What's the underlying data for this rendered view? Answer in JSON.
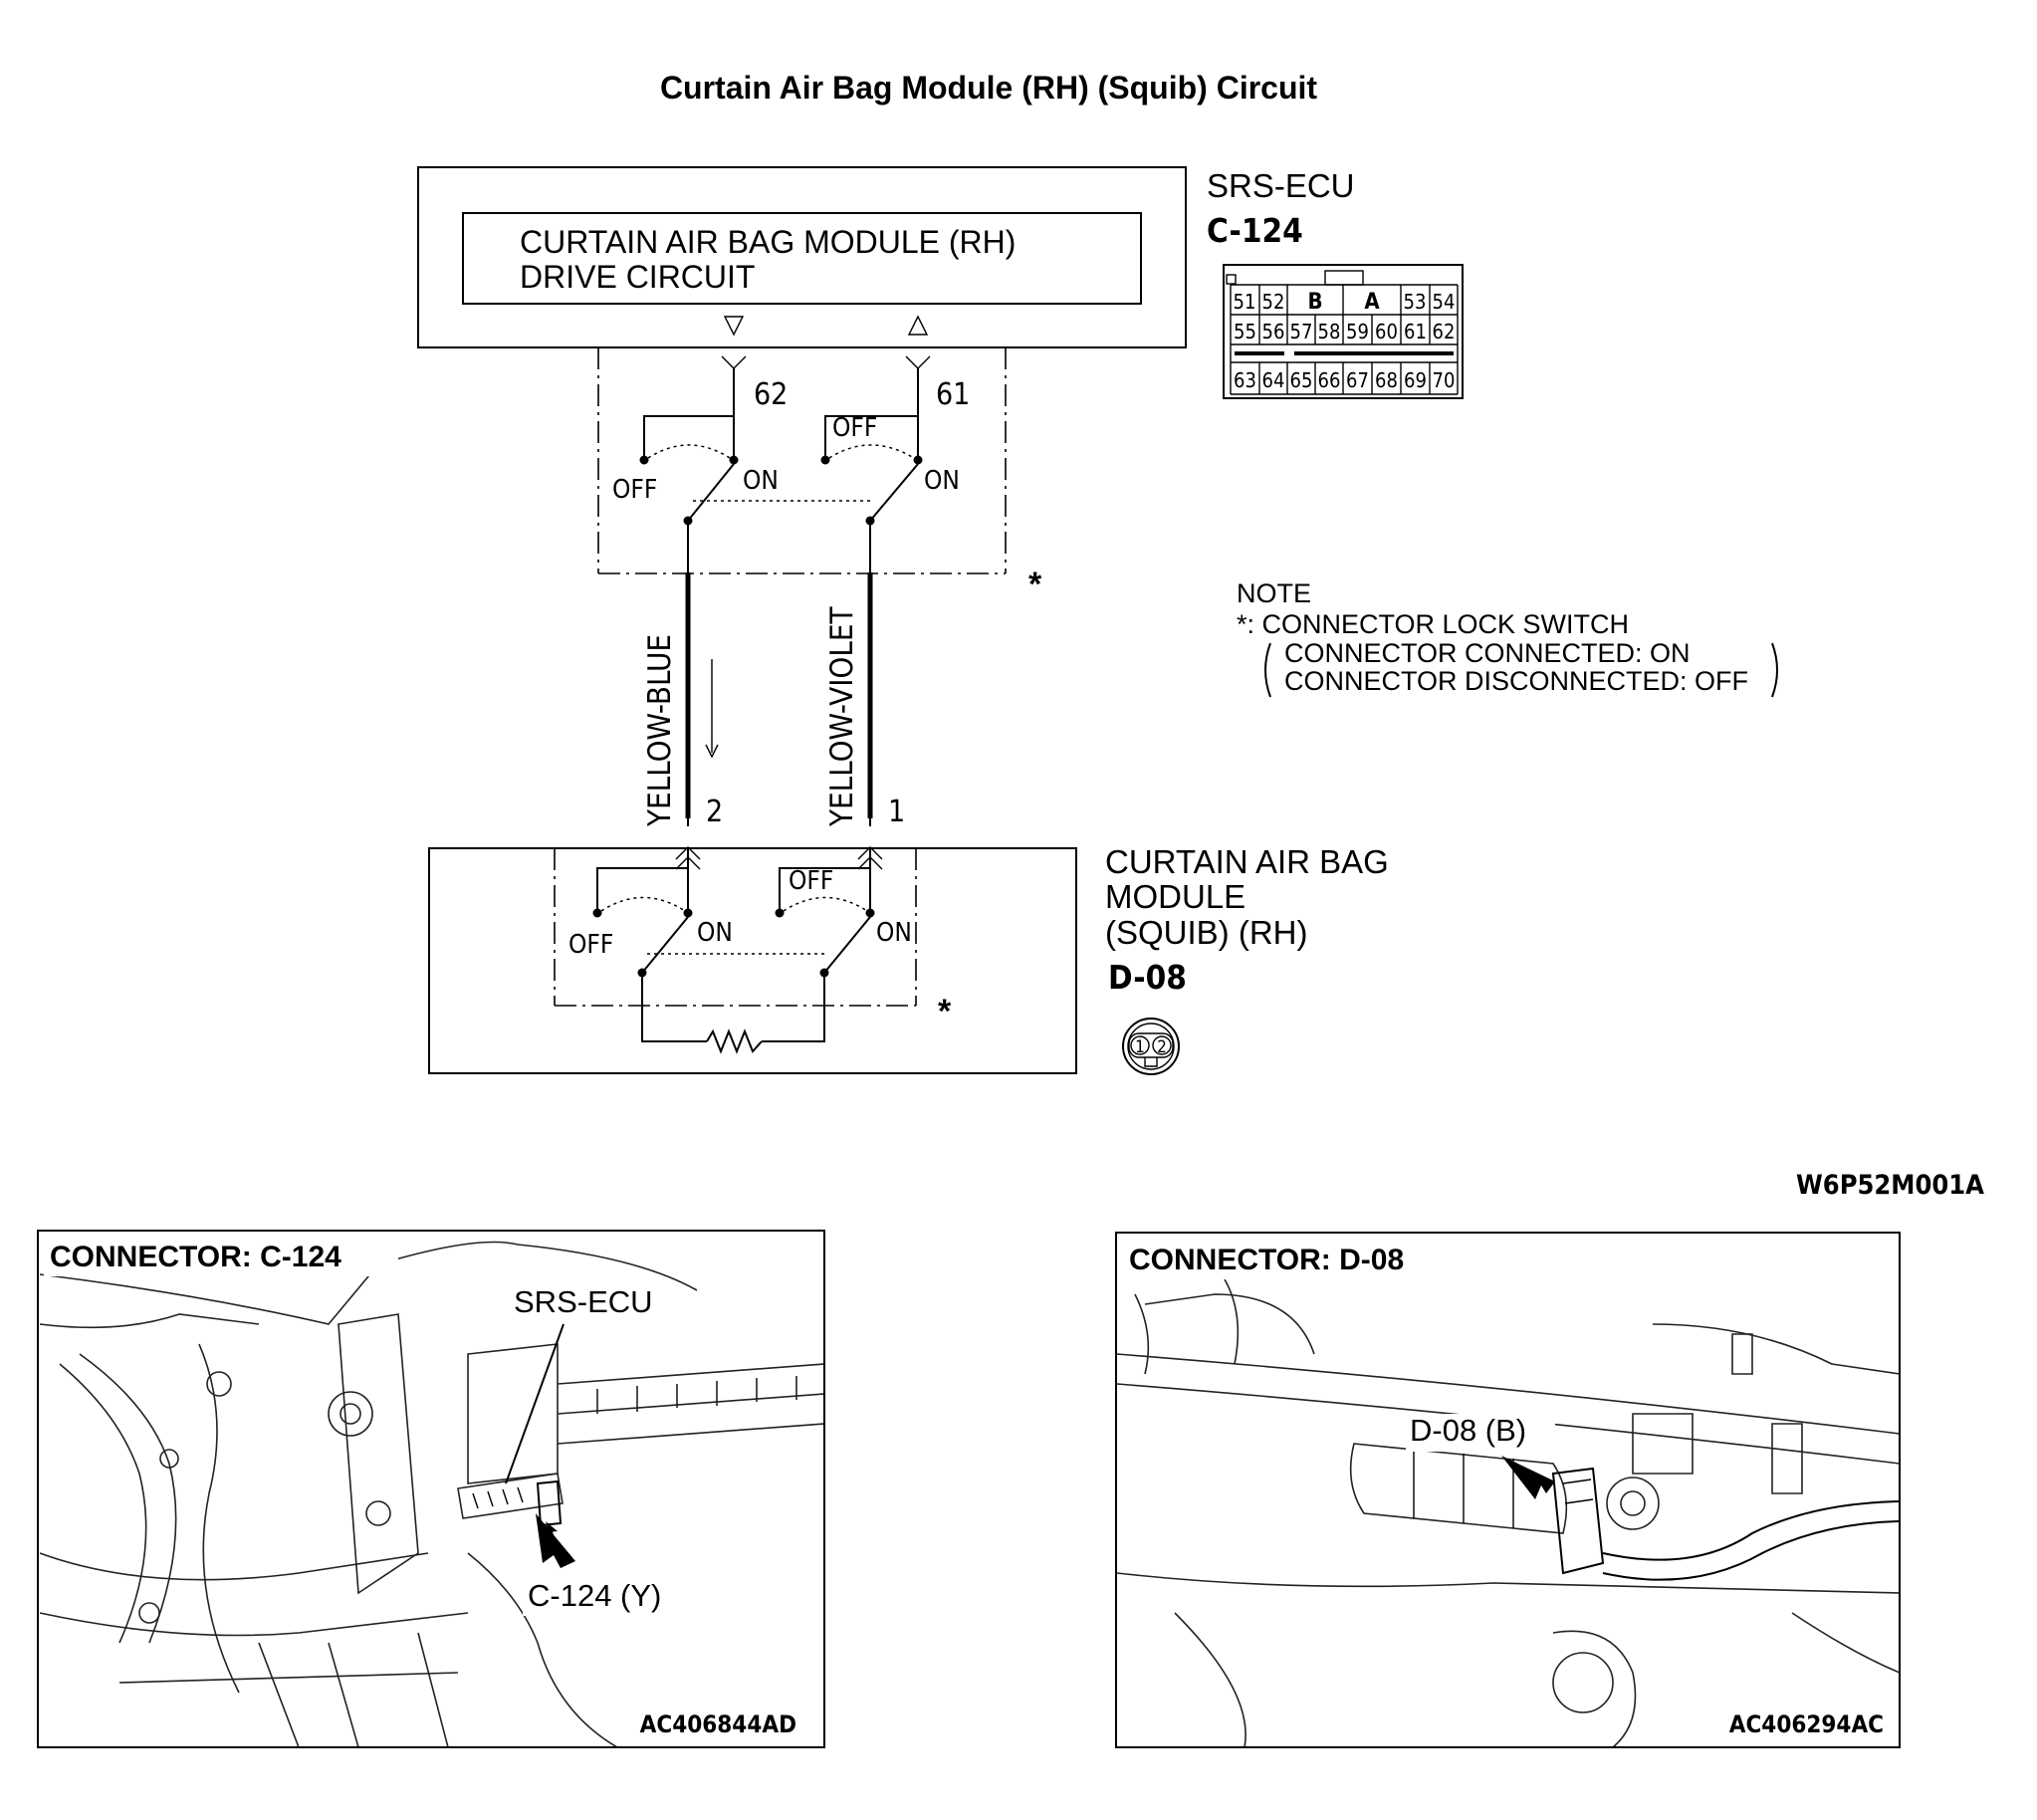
{
  "title": "Curtain Air Bag Module (RH) (Squib) Circuit",
  "ecu": {
    "name": "SRS-ECU",
    "connector": "C-124",
    "circuit_label_line1": "CURTAIN AIR BAG MODULE (RH)",
    "circuit_label_line2": "DRIVE CIRCUIT",
    "pin_left": "62",
    "pin_right": "61",
    "pinout_row1": [
      "51",
      "52",
      "B",
      "A",
      "53",
      "54"
    ],
    "pinout_row2": [
      "55",
      "56",
      "57",
      "58",
      "59",
      "60",
      "61",
      "62"
    ],
    "pinout_row3": [
      "63",
      "64",
      "65",
      "66",
      "67",
      "68",
      "69",
      "70"
    ]
  },
  "switch_labels": {
    "off": "OFF",
    "on": "ON",
    "star": "*"
  },
  "wires": {
    "left_color": "YELLOW-BLUE",
    "right_color": "YELLOW-VIOLET",
    "left_pin": "2",
    "right_pin": "1"
  },
  "module": {
    "name_line1": "CURTAIN AIR BAG",
    "name_line2": "MODULE",
    "name_line3": "(SQUIB) (RH)",
    "connector": "D-08",
    "pin_a": "1",
    "pin_b": "2"
  },
  "note": {
    "heading": "NOTE",
    "line1": "*: CONNECTOR LOCK SWITCH",
    "line2": "CONNECTOR CONNECTED: ON",
    "line3": "CONNECTOR DISCONNECTED: OFF"
  },
  "figure_code": "W6P52M001A",
  "panels": [
    {
      "heading": "CONNECTOR: C-124",
      "callout_top": "SRS-ECU",
      "callout_bottom": "C-124 (Y)",
      "code": "AC406844AD"
    },
    {
      "heading": "CONNECTOR: D-08",
      "callout_top": "D-08 (B)",
      "code": "AC406294AC"
    }
  ]
}
